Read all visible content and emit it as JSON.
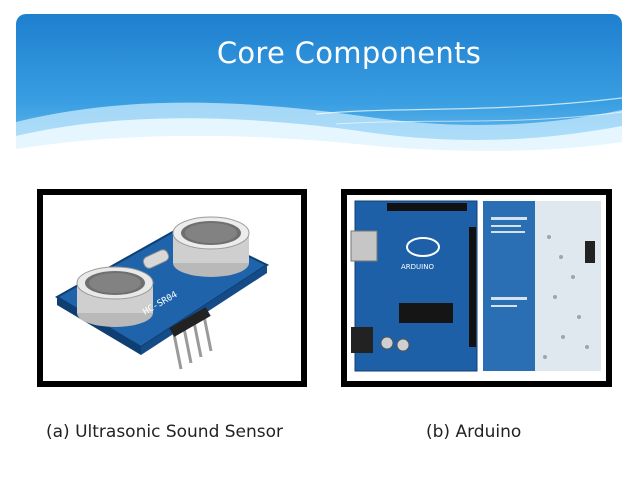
{
  "slide": {
    "title": "Core Components"
  },
  "figures": [
    {
      "caption": "(a) Ultrasonic Sound Sensor",
      "image_text": "HC-SR04"
    },
    {
      "caption": "(b) Arduino",
      "image_text": "ARDUINO"
    }
  ],
  "colors": {
    "header_blue": "#2e8fd6",
    "header_light": "#8fd0f5",
    "pcb_blue": "#1c5fa6",
    "frame": "#000000"
  }
}
